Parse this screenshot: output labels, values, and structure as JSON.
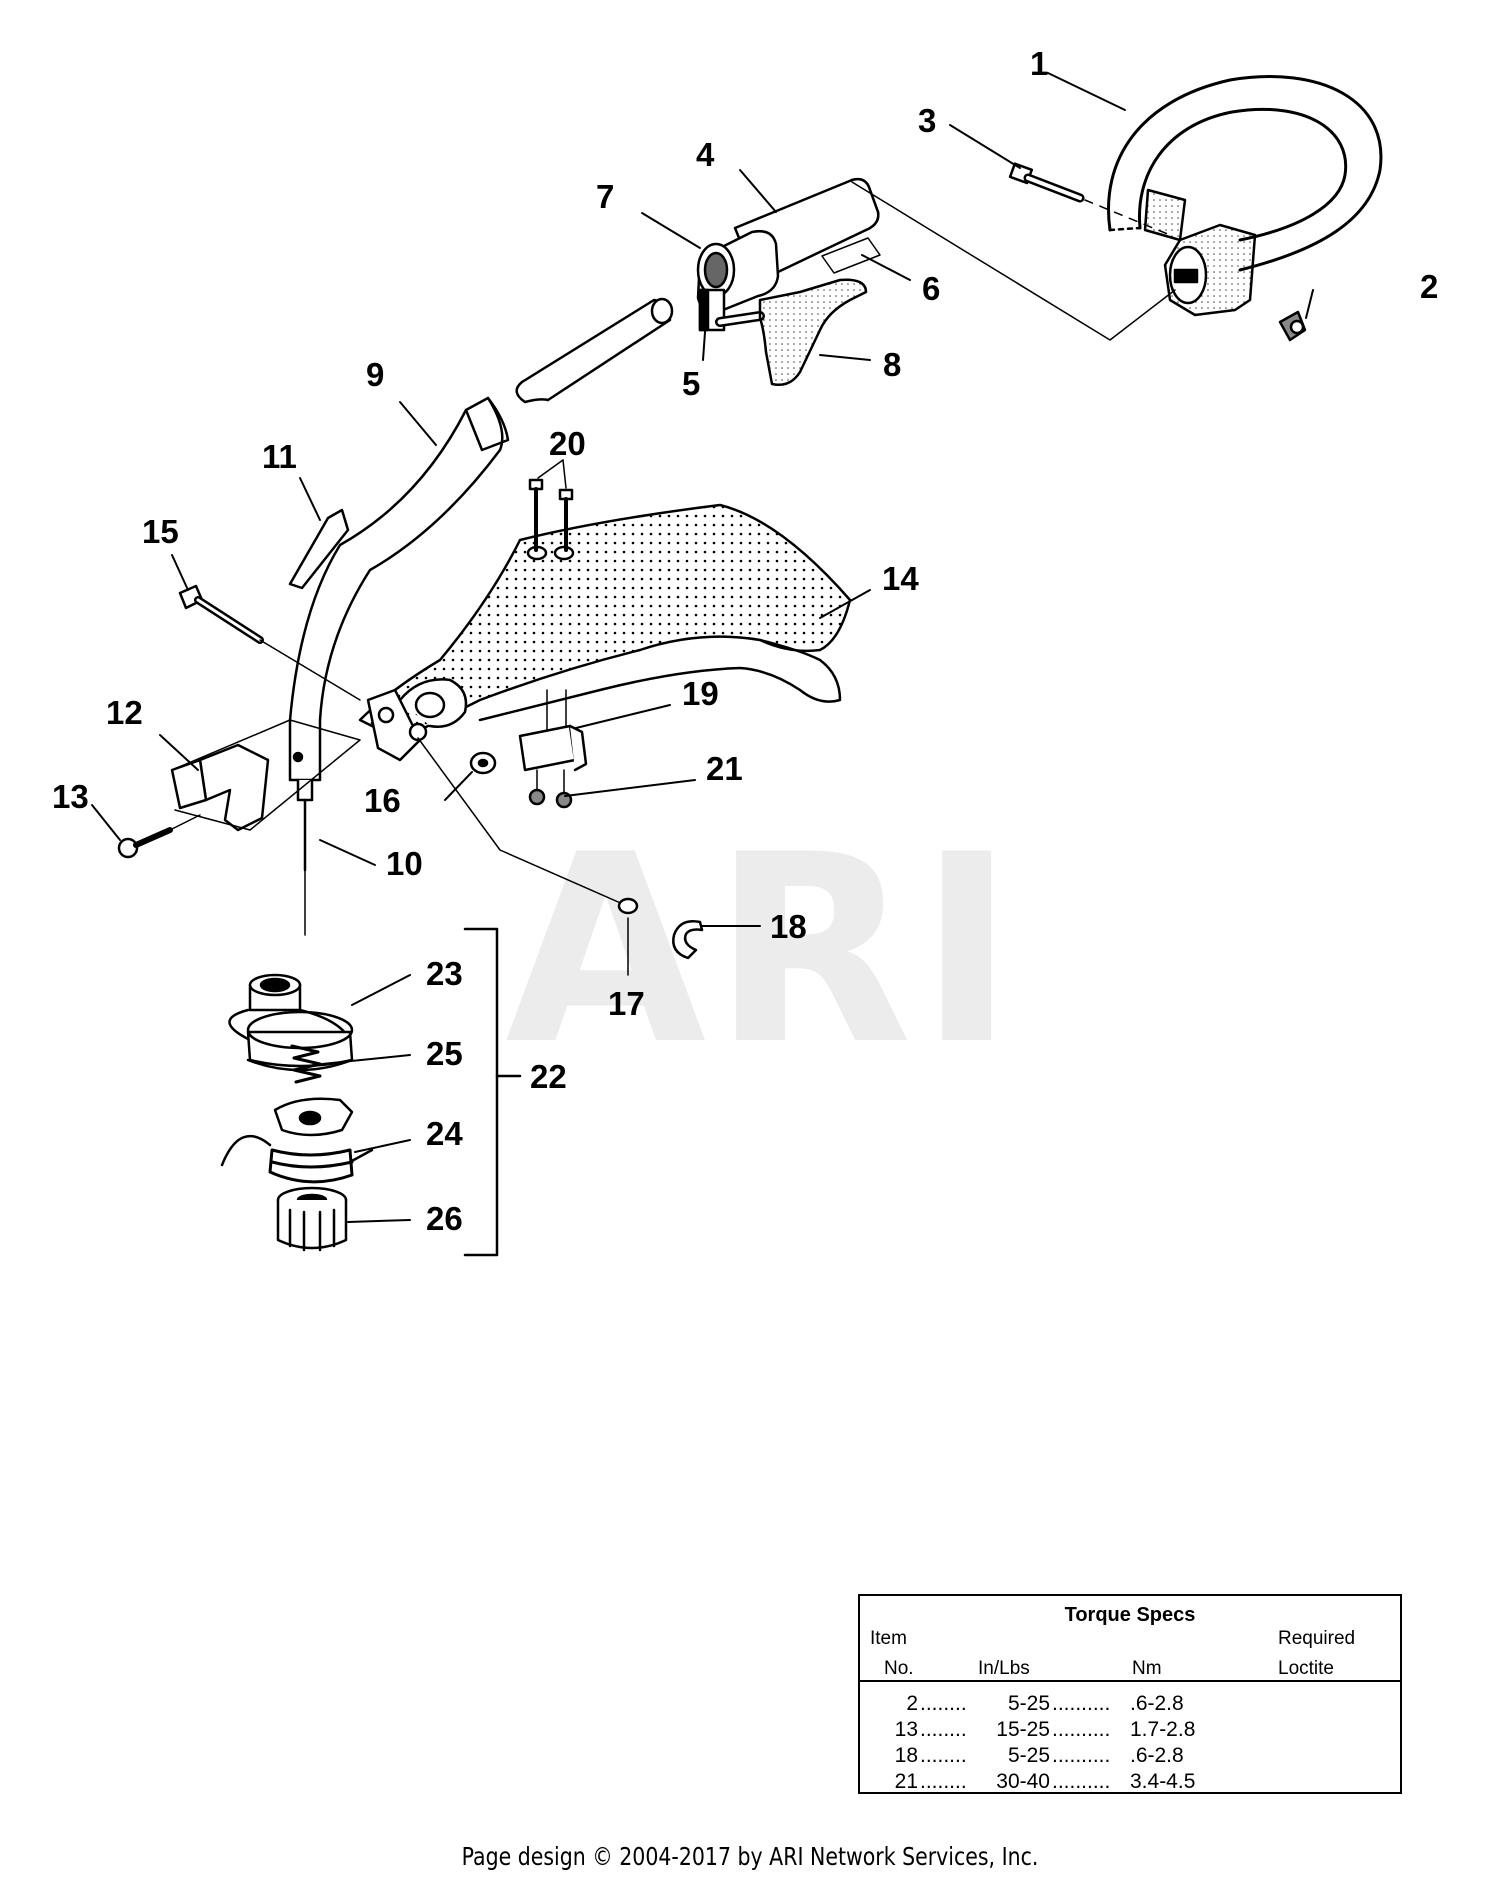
{
  "watermark": "ARI",
  "callouts": [
    "1",
    "2",
    "3",
    "4",
    "5",
    "6",
    "7",
    "8",
    "9",
    "10",
    "11",
    "12",
    "13",
    "14",
    "15",
    "16",
    "17",
    "18",
    "19",
    "20",
    "21",
    "22",
    "23",
    "24",
    "25",
    "26"
  ],
  "torque_specs": {
    "title": "Torque Specs",
    "header_item_line1": "Item",
    "header_item_line2": "No.",
    "header_inlbs": "In/Lbs",
    "header_nm": "Nm",
    "header_loctite_line1": "Required",
    "header_loctite_line2": "Loctite",
    "rows": [
      {
        "item": "2",
        "inlbs": "5-25",
        "nm": ".6-2.8"
      },
      {
        "item": "13",
        "inlbs": "15-25",
        "nm": "1.7-2.8"
      },
      {
        "item": "18",
        "inlbs": "5-25",
        "nm": ".6-2.8"
      },
      {
        "item": "21",
        "inlbs": "30-40",
        "nm": "3.4-4.5"
      }
    ]
  },
  "footer": "Page design © 2004-2017 by ARI Network Services, Inc."
}
